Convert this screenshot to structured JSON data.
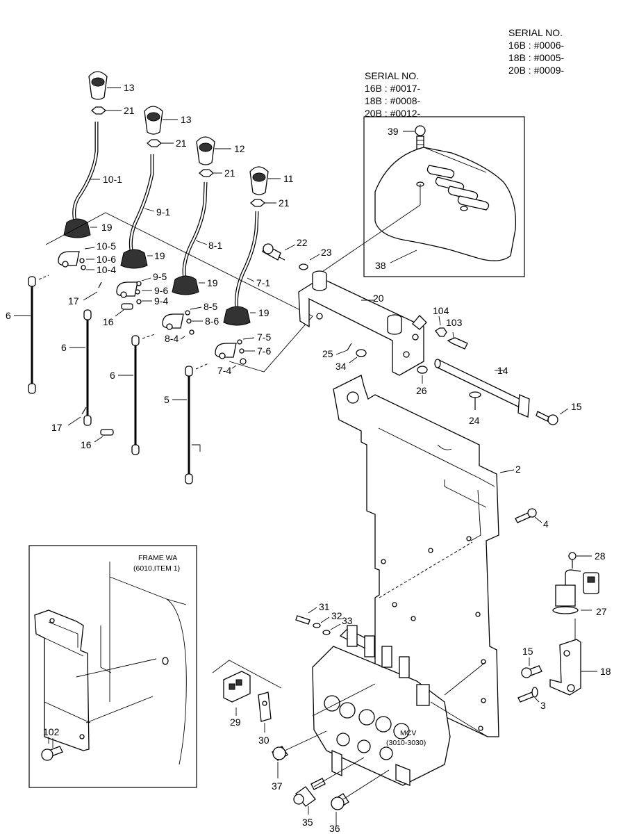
{
  "serial_top": {
    "title": "SERIAL NO.",
    "lines": [
      "16B : #0006-",
      "18B : #0005-",
      "20B : #0009-"
    ]
  },
  "serial_cover": {
    "title": "SERIAL NO.",
    "lines": [
      "16B : #0017-",
      "18B : #0008-",
      "20B : #0012-"
    ]
  },
  "frame_inset": {
    "title": "FRAME WA",
    "subtitle": "(6010,ITEM 1)"
  },
  "mcv": {
    "title": "MCV",
    "subtitle": "(3010-3030)"
  },
  "callouts": {
    "c13a": "13",
    "c21a": "21",
    "c13b": "13",
    "c21b": "21",
    "c12": "12",
    "c21c": "21",
    "c11": "11",
    "c21d": "21",
    "c10_1": "10-1",
    "c9_1": "9-1",
    "c8_1": "8-1",
    "c7_1": "7-1",
    "c19a": "19",
    "c19b": "19",
    "c19c": "19",
    "c19d": "19",
    "c10_5": "10-5",
    "c10_6": "10-6",
    "c10_4": "10-4",
    "c9_5": "9-5",
    "c9_6": "9-6",
    "c9_4": "9-4",
    "c8_5": "8-5",
    "c8_6": "8-6",
    "c8_4": "8-4",
    "c7_5": "7-5",
    "c7_6": "7-6",
    "c7_4": "7-4",
    "c6a": "6",
    "c6b": "6",
    "c6c": "6",
    "c5": "5",
    "c17a": "17",
    "c16a": "16",
    "c17b": "17",
    "c16b": "16",
    "c22": "22",
    "c23": "23",
    "c20": "20",
    "c38": "38",
    "c39": "39",
    "c104": "104",
    "c103": "103",
    "c25": "25",
    "c34": "34",
    "c26": "26",
    "c14": "14",
    "c15a": "15",
    "c24": "24",
    "c2": "2",
    "c4": "4",
    "c28": "28",
    "c27": "27",
    "c18": "18",
    "c15b": "15",
    "c3": "3",
    "c31": "31",
    "c32": "32",
    "c33": "33",
    "c29": "29",
    "c30": "30",
    "c37": "37",
    "c35": "35",
    "c36": "36",
    "c102": "102"
  }
}
